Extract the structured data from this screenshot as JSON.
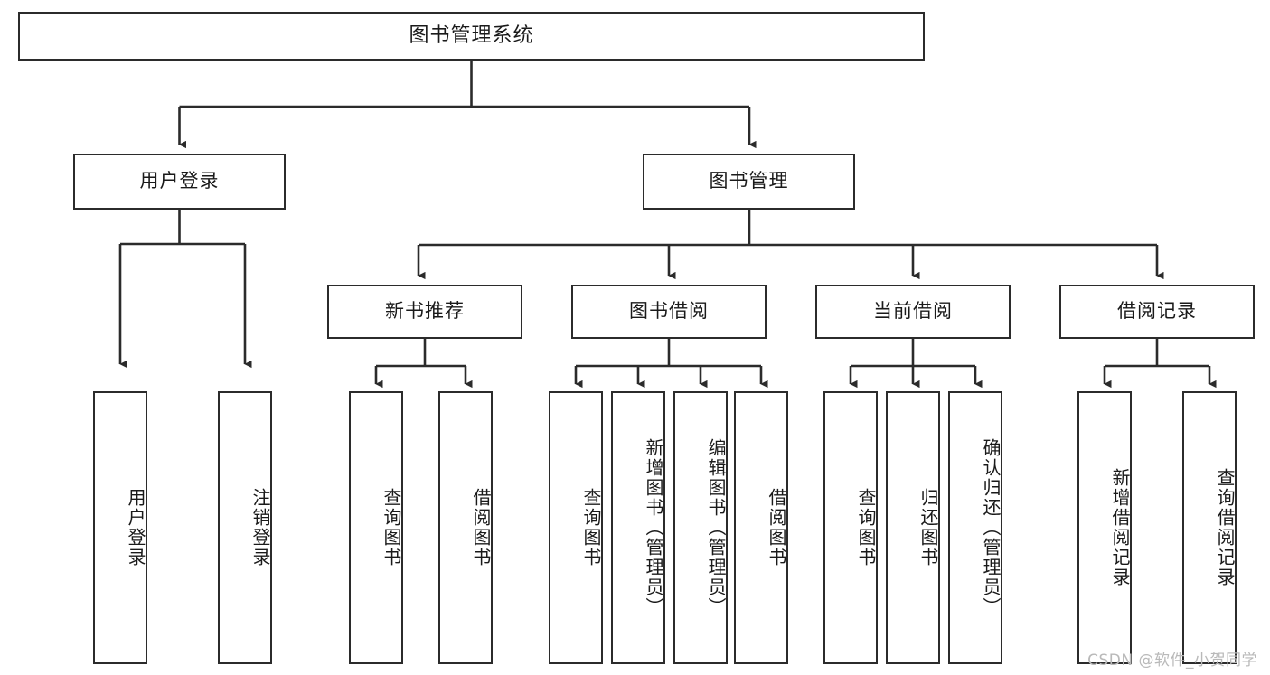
{
  "diagram": {
    "title": "图书管理系统",
    "type": "tree-hierarchy-chart",
    "colors": {
      "box_border": "#2b2b2b",
      "box_fill": "#ffffff",
      "edge": "#2b2b2b",
      "text": "#1a1a1a",
      "watermark": "#b9b9b9",
      "background": "#ffffff"
    },
    "watermark": "CSDN @软件_小贺同学",
    "levels": {
      "root": {
        "id": "root",
        "label": "图书管理系统",
        "orientation": "horizontal"
      },
      "level2": [
        {
          "id": "n-user-login",
          "label": "用户登录",
          "orientation": "horizontal"
        },
        {
          "id": "n-book-manage",
          "label": "图书管理",
          "orientation": "horizontal"
        }
      ],
      "level3": [
        {
          "id": "n-new-book-rec",
          "label": "新书推荐",
          "orientation": "horizontal",
          "parent": "n-book-manage"
        },
        {
          "id": "n-book-borrow",
          "label": "图书借阅",
          "orientation": "horizontal",
          "parent": "n-book-manage"
        },
        {
          "id": "n-current-borrow",
          "label": "当前借阅",
          "orientation": "horizontal",
          "parent": "n-book-manage"
        },
        {
          "id": "n-borrow-record",
          "label": "借阅记录",
          "orientation": "horizontal",
          "parent": "n-book-manage"
        }
      ],
      "leaves": [
        {
          "id": "leaf-user-login",
          "label": "用户登录",
          "orientation": "vertical",
          "parent": "n-user-login"
        },
        {
          "id": "leaf-logout-login",
          "label": "注销登录",
          "orientation": "vertical",
          "parent": "n-user-login"
        },
        {
          "id": "leaf-query-book-1",
          "label": "查询图书",
          "orientation": "vertical",
          "parent": "n-new-book-rec"
        },
        {
          "id": "leaf-borrow-book-1",
          "label": "借阅图书",
          "orientation": "vertical",
          "parent": "n-new-book-rec"
        },
        {
          "id": "leaf-query-book-2",
          "label": "查询图书",
          "orientation": "vertical",
          "parent": "n-book-borrow"
        },
        {
          "id": "leaf-add-book",
          "label": "新增图书（管理员）",
          "orientation": "vertical",
          "parent": "n-book-borrow"
        },
        {
          "id": "leaf-edit-book",
          "label": "编辑图书（管理员）",
          "orientation": "vertical",
          "parent": "n-book-borrow"
        },
        {
          "id": "leaf-borrow-book-2",
          "label": "借阅图书",
          "orientation": "vertical",
          "parent": "n-book-borrow"
        },
        {
          "id": "leaf-query-book-3",
          "label": "查询图书",
          "orientation": "vertical",
          "parent": "n-current-borrow"
        },
        {
          "id": "leaf-return-book",
          "label": "归还图书",
          "orientation": "vertical",
          "parent": "n-current-borrow"
        },
        {
          "id": "leaf-confirm-return",
          "label": "确认归还（管理员）",
          "orientation": "vertical",
          "parent": "n-current-borrow"
        },
        {
          "id": "leaf-add-record",
          "label": "新增借阅记录",
          "orientation": "vertical",
          "parent": "n-borrow-record"
        },
        {
          "id": "leaf-query-record",
          "label": "查询借阅记录",
          "orientation": "vertical",
          "parent": "n-borrow-record"
        }
      ]
    }
  }
}
